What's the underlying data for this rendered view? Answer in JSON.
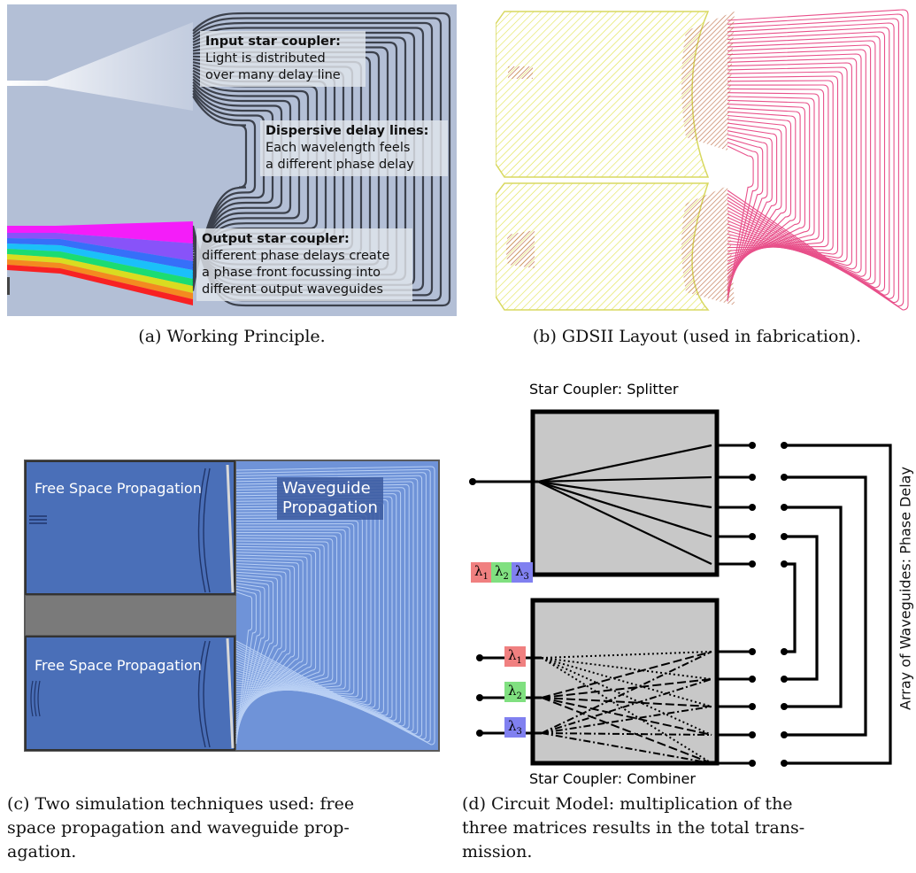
{
  "panel_a": {
    "input_title": "Input star coupler:",
    "input_text_1": "Light is distributed",
    "input_text_2": "over many delay line",
    "delay_title": "Dispersive delay lines:",
    "delay_text_1": "Each wavelength feels",
    "delay_text_2": "a different phase delay",
    "output_title": "Output star coupler:",
    "output_text_1": "different phase delays create",
    "output_text_2": "a phase front focussing into",
    "output_text_3": "different output waveguides",
    "caption": "(a) Working Principle."
  },
  "panel_b": {
    "caption": "(b) GDSII Layout (used in fabrication)."
  },
  "panel_c": {
    "free_space_top": "Free Space Propagation",
    "free_space_bottom": "Free Space Propagation",
    "waveguide_line1": "Waveguide",
    "waveguide_line2": "Propagation",
    "caption_line1": "(c) Two simulation techniques used: free",
    "caption_line2": "space propagation and waveguide prop-",
    "caption_line3": "agation."
  },
  "panel_d": {
    "splitter_title": "Star Coupler: Splitter",
    "combiner_title": "Star Coupler: Combiner",
    "array_title": "Array of Waveguides: Phase Delay",
    "lambdas": [
      {
        "symbol": "λ",
        "sub": "1",
        "color": "#f08080"
      },
      {
        "symbol": "λ",
        "sub": "2",
        "color": "#80e080"
      },
      {
        "symbol": "λ",
        "sub": "3",
        "color": "#8080f0"
      }
    ],
    "caption_line1": "(d) Circuit Model: multiplication of the",
    "caption_line2": "three matrices results in the total trans-",
    "caption_line3": "mission."
  },
  "colors": {
    "panel_a_bg": "#b3bfd6",
    "panel_b_yellow": "#e6e84a",
    "panel_b_pink": "#e8508a",
    "panel_c_blue": "#4a6fb8",
    "panel_c_light": "#8fb0e8",
    "coupler_gray": "#c8c8c8"
  }
}
